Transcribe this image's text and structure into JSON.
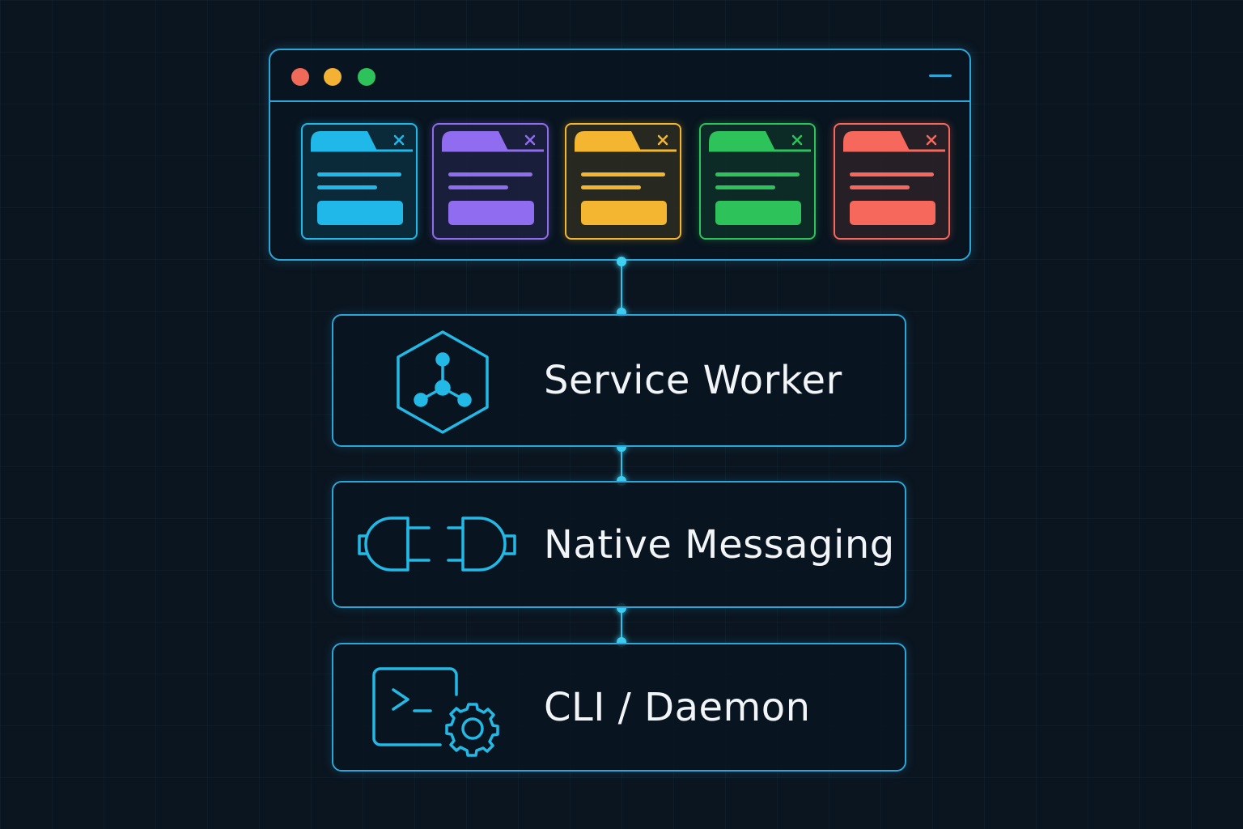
{
  "window": {
    "controls": [
      {
        "name": "close-dot",
        "color": "#f06a5a"
      },
      {
        "name": "minimize-dot",
        "color": "#f4b235"
      },
      {
        "name": "maximize-dot",
        "color": "#2ec25a"
      }
    ],
    "tabs": [
      {
        "icon": "folder-icon",
        "color": "#20b8e8"
      },
      {
        "icon": "folder-icon",
        "color": "#8f6cf0"
      },
      {
        "icon": "folder-icon",
        "color": "#f4b630"
      },
      {
        "icon": "folder-icon",
        "color": "#2ec25a"
      },
      {
        "icon": "folder-icon",
        "color": "#f7685c"
      }
    ]
  },
  "layers": [
    {
      "label": "Service Worker",
      "icon": "hexagon-network-icon"
    },
    {
      "label": "Native Messaging",
      "icon": "plug-connector-icon"
    },
    {
      "label": "CLI / Daemon",
      "icon": "terminal-gear-icon"
    }
  ],
  "colors": {
    "accent": "#2aa6d8",
    "background": "#0b1520",
    "text": "#f2f5f8"
  }
}
